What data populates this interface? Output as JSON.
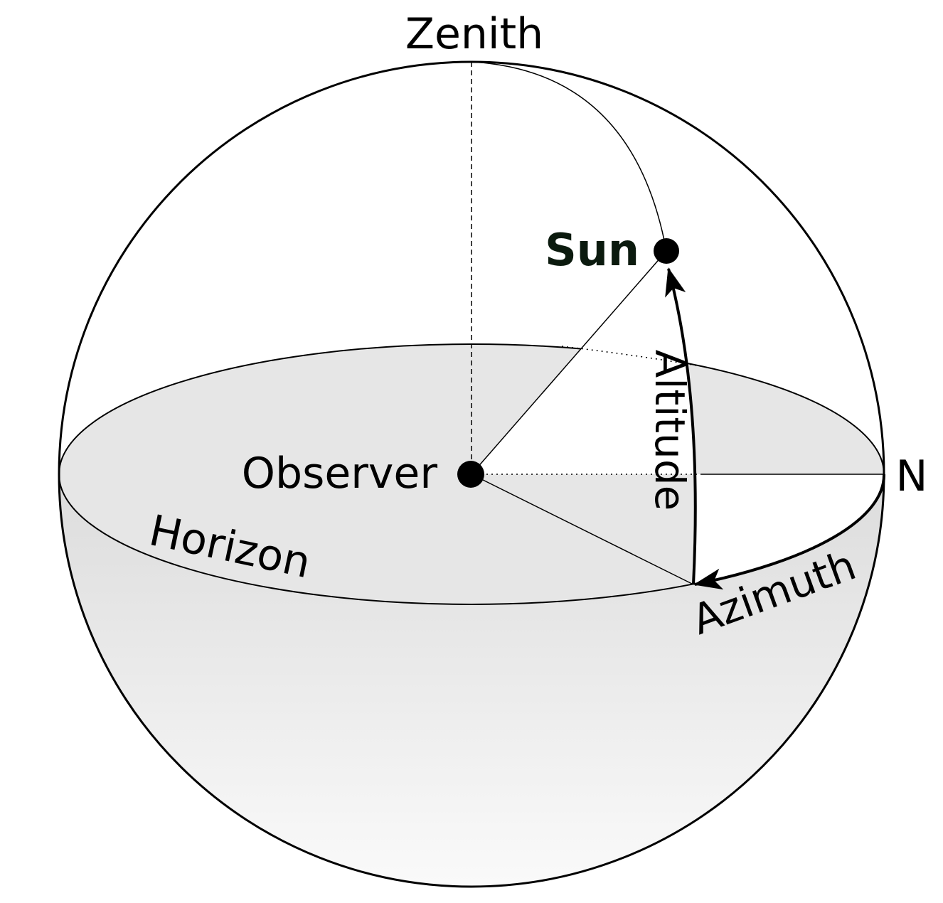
{
  "labels": {
    "zenith": "Zenith",
    "sun": "Sun",
    "observer": "Observer",
    "horizon": "Horizon",
    "altitude": "Altitude",
    "azimuth": "Azimuth",
    "north": "N"
  },
  "colors": {
    "stroke": "#000000",
    "horizon_fill": "#e6e6e6",
    "lower_top": "#dcdcdc",
    "lower_bottom": "#fafafa",
    "sun_label": "#0b1a0e"
  }
}
